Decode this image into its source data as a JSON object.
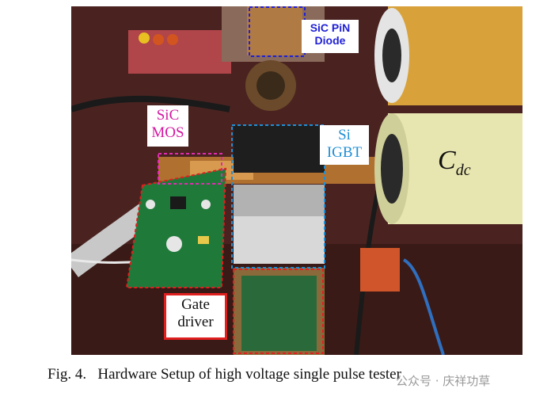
{
  "figure": {
    "labels": {
      "sic_pin_diode": "SiC PiN\nDiode",
      "sic_mos": "SiC\nMOS",
      "si_igbt": "Si\nIGBT",
      "cdc_main": "C",
      "cdc_sub": "dc",
      "gate_driver": "Gate\ndriver"
    },
    "caption": "Fig. 4.   Hardware Setup of high voltage single pulse tester",
    "watermark": "公众号 · 庆祥功草"
  },
  "colors": {
    "diode_box": "#1f1fd6",
    "mos_box": "#e02bb0",
    "igbt_box": "#1f8fd6",
    "gate_box": "#e01f1f",
    "driver_pcb": "#1f7a3a",
    "capacitor": "#e8e6b0",
    "capacitor_orange": "#d88a2a"
  }
}
